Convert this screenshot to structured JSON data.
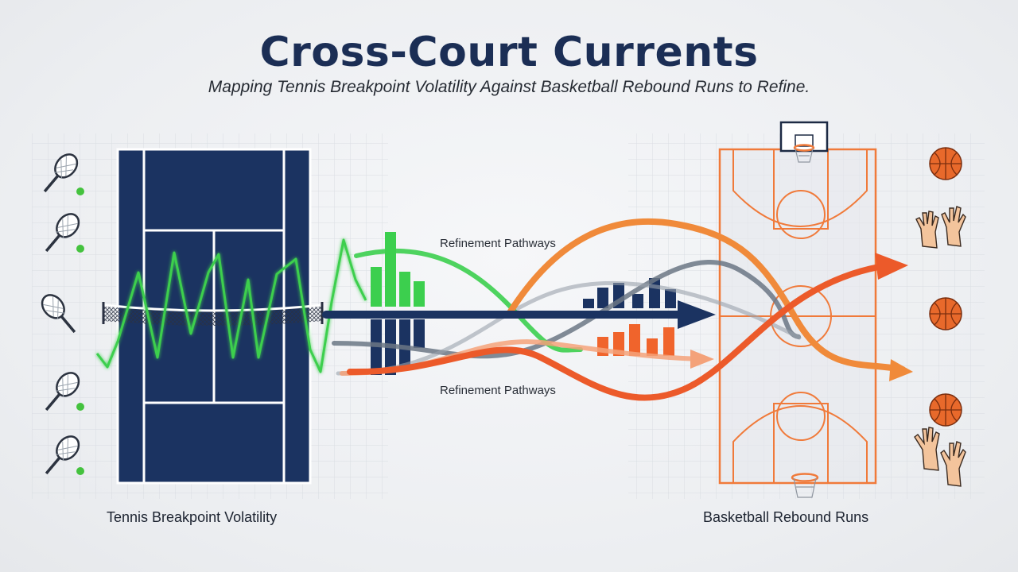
{
  "header": {
    "title": "Cross-Court Currents",
    "subtitle": "Mapping Tennis Breakpoint Volatility Against Basketball Rebound Runs to Refine."
  },
  "panels": {
    "tennis": {
      "caption": "Tennis Breakpoint Volatility"
    },
    "basketball": {
      "caption": "Basketball Rebound Runs"
    }
  },
  "pathways": {
    "upper_label": "Refinement Pathways",
    "lower_label": "Refinement Pathways"
  },
  "colors": {
    "navy": "#1b3361",
    "green": "#3ccf4e",
    "orange": "#f0642c",
    "light_orange": "#f4a27a",
    "gray": "#6b7785",
    "court_line": "#f07a3a"
  },
  "icons": {
    "tennis": [
      "tennis-racket-icon",
      "tennis-ball-icon"
    ],
    "basketball": [
      "basketball-icon",
      "raised-hands-icon",
      "basketball-hoop-icon"
    ]
  }
}
